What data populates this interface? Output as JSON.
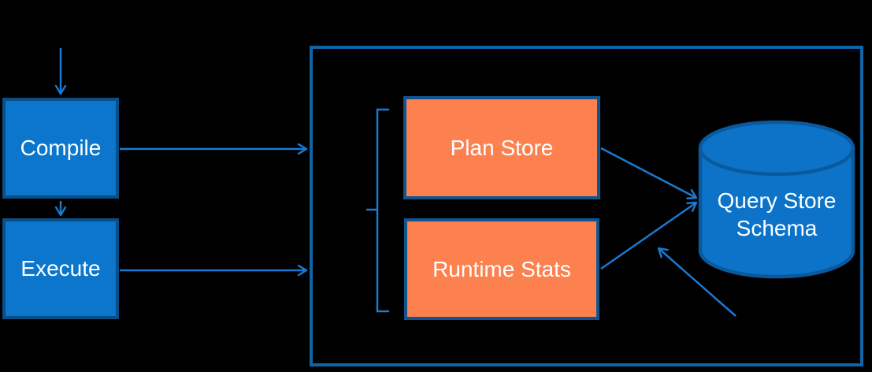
{
  "diagram": {
    "title": "Query Store architecture diagram",
    "nodes": {
      "compile": {
        "label": "Compile"
      },
      "execute": {
        "label": "Execute"
      },
      "plan_store": {
        "label": "Plan Store"
      },
      "runtime_stats": {
        "label": "Runtime Stats"
      },
      "query_store_schema": {
        "label": "Query Store Schema",
        "shape": "database-cylinder"
      }
    },
    "groups": {
      "query_store_group": {
        "label": "",
        "contains": [
          "plan_store",
          "runtime_stats",
          "query_store_schema"
        ]
      }
    },
    "connections": [
      {
        "from": "external-input",
        "to": "compile",
        "type": "arrow"
      },
      {
        "from": "compile",
        "to": "execute",
        "type": "arrow"
      },
      {
        "from": "compile",
        "to": "query_store_group",
        "type": "arrow"
      },
      {
        "from": "execute",
        "to": "query_store_group",
        "type": "arrow"
      },
      {
        "from": "plan_store",
        "to": "query_store_schema",
        "type": "arrow"
      },
      {
        "from": "runtime_stats",
        "to": "query_store_schema",
        "type": "arrow"
      },
      {
        "from": "bottom-right-annotation",
        "to": "query_store_schema",
        "type": "arrow"
      },
      {
        "from": "bracket",
        "to": "plan_store,runtime_stats",
        "type": "grouping-bracket"
      }
    ],
    "colors": {
      "background": "#000000",
      "blue_node_fill": "#0b76cc",
      "blue_node_border": "#0a4e87",
      "orange_node_fill": "#fc814f",
      "orange_node_border": "#10558f",
      "group_border": "#0f66a7",
      "arrow": "#1a79d2",
      "cylinder_fill": "#0c73c8",
      "cylinder_border": "#0a599c",
      "text": "#ffffff"
    }
  }
}
